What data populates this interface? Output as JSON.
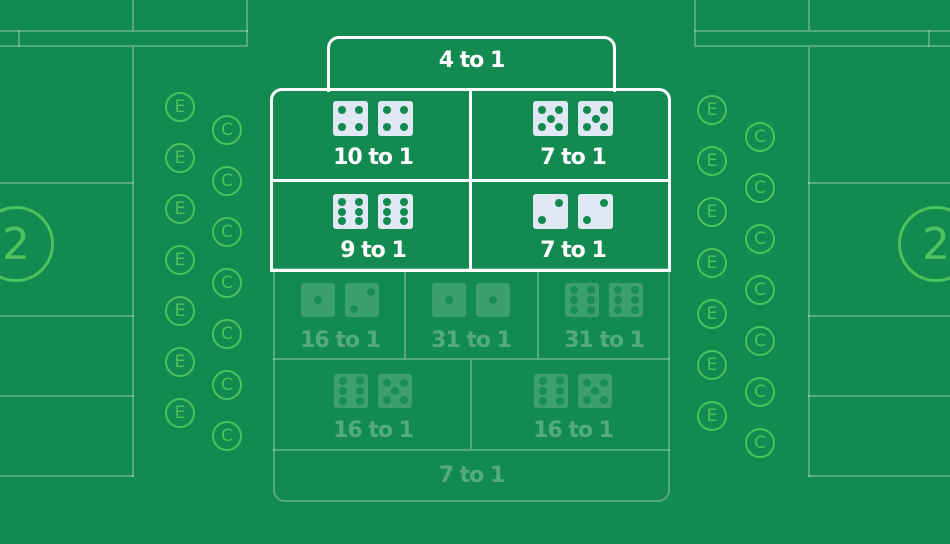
{
  "payout_top": "4 to 1",
  "bright_cells": [
    {
      "label": "10 to 1",
      "dice": [
        4,
        4
      ]
    },
    {
      "label": "7 to 1",
      "dice": [
        5,
        5
      ]
    },
    {
      "label": "9 to 1",
      "dice": [
        6,
        6
      ]
    },
    {
      "label": "7 to 1",
      "dice": [
        2,
        2
      ]
    }
  ],
  "faded_row1": [
    {
      "label": "16 to 1",
      "dice": [
        1,
        2
      ]
    },
    {
      "label": "31 to 1",
      "dice": [
        1,
        1
      ]
    },
    {
      "label": "31 to 1",
      "dice": [
        6,
        6
      ]
    }
  ],
  "faded_row2": [
    {
      "label": "16 to 1",
      "dice": [
        6,
        5
      ]
    },
    {
      "label": "16 to 1",
      "dice": [
        6,
        5
      ]
    }
  ],
  "faded_bottom": "7 to 1",
  "left_e_symbols": [
    "E",
    "E",
    "E",
    "E",
    "E",
    "E",
    "E"
  ],
  "left_c_symbols": [
    "C",
    "C",
    "C",
    "C",
    "C",
    "C",
    "C"
  ],
  "right_e_symbols": [
    "E",
    "E",
    "E",
    "E",
    "E",
    "E",
    "E"
  ],
  "right_c_symbols": [
    "C",
    "C",
    "C",
    "C",
    "C",
    "C",
    "C"
  ],
  "left_point": "2",
  "right_point": "2",
  "colors": {
    "felt": "#138a4f",
    "accent": "#4cc25f",
    "die": "#dfe8f3"
  }
}
